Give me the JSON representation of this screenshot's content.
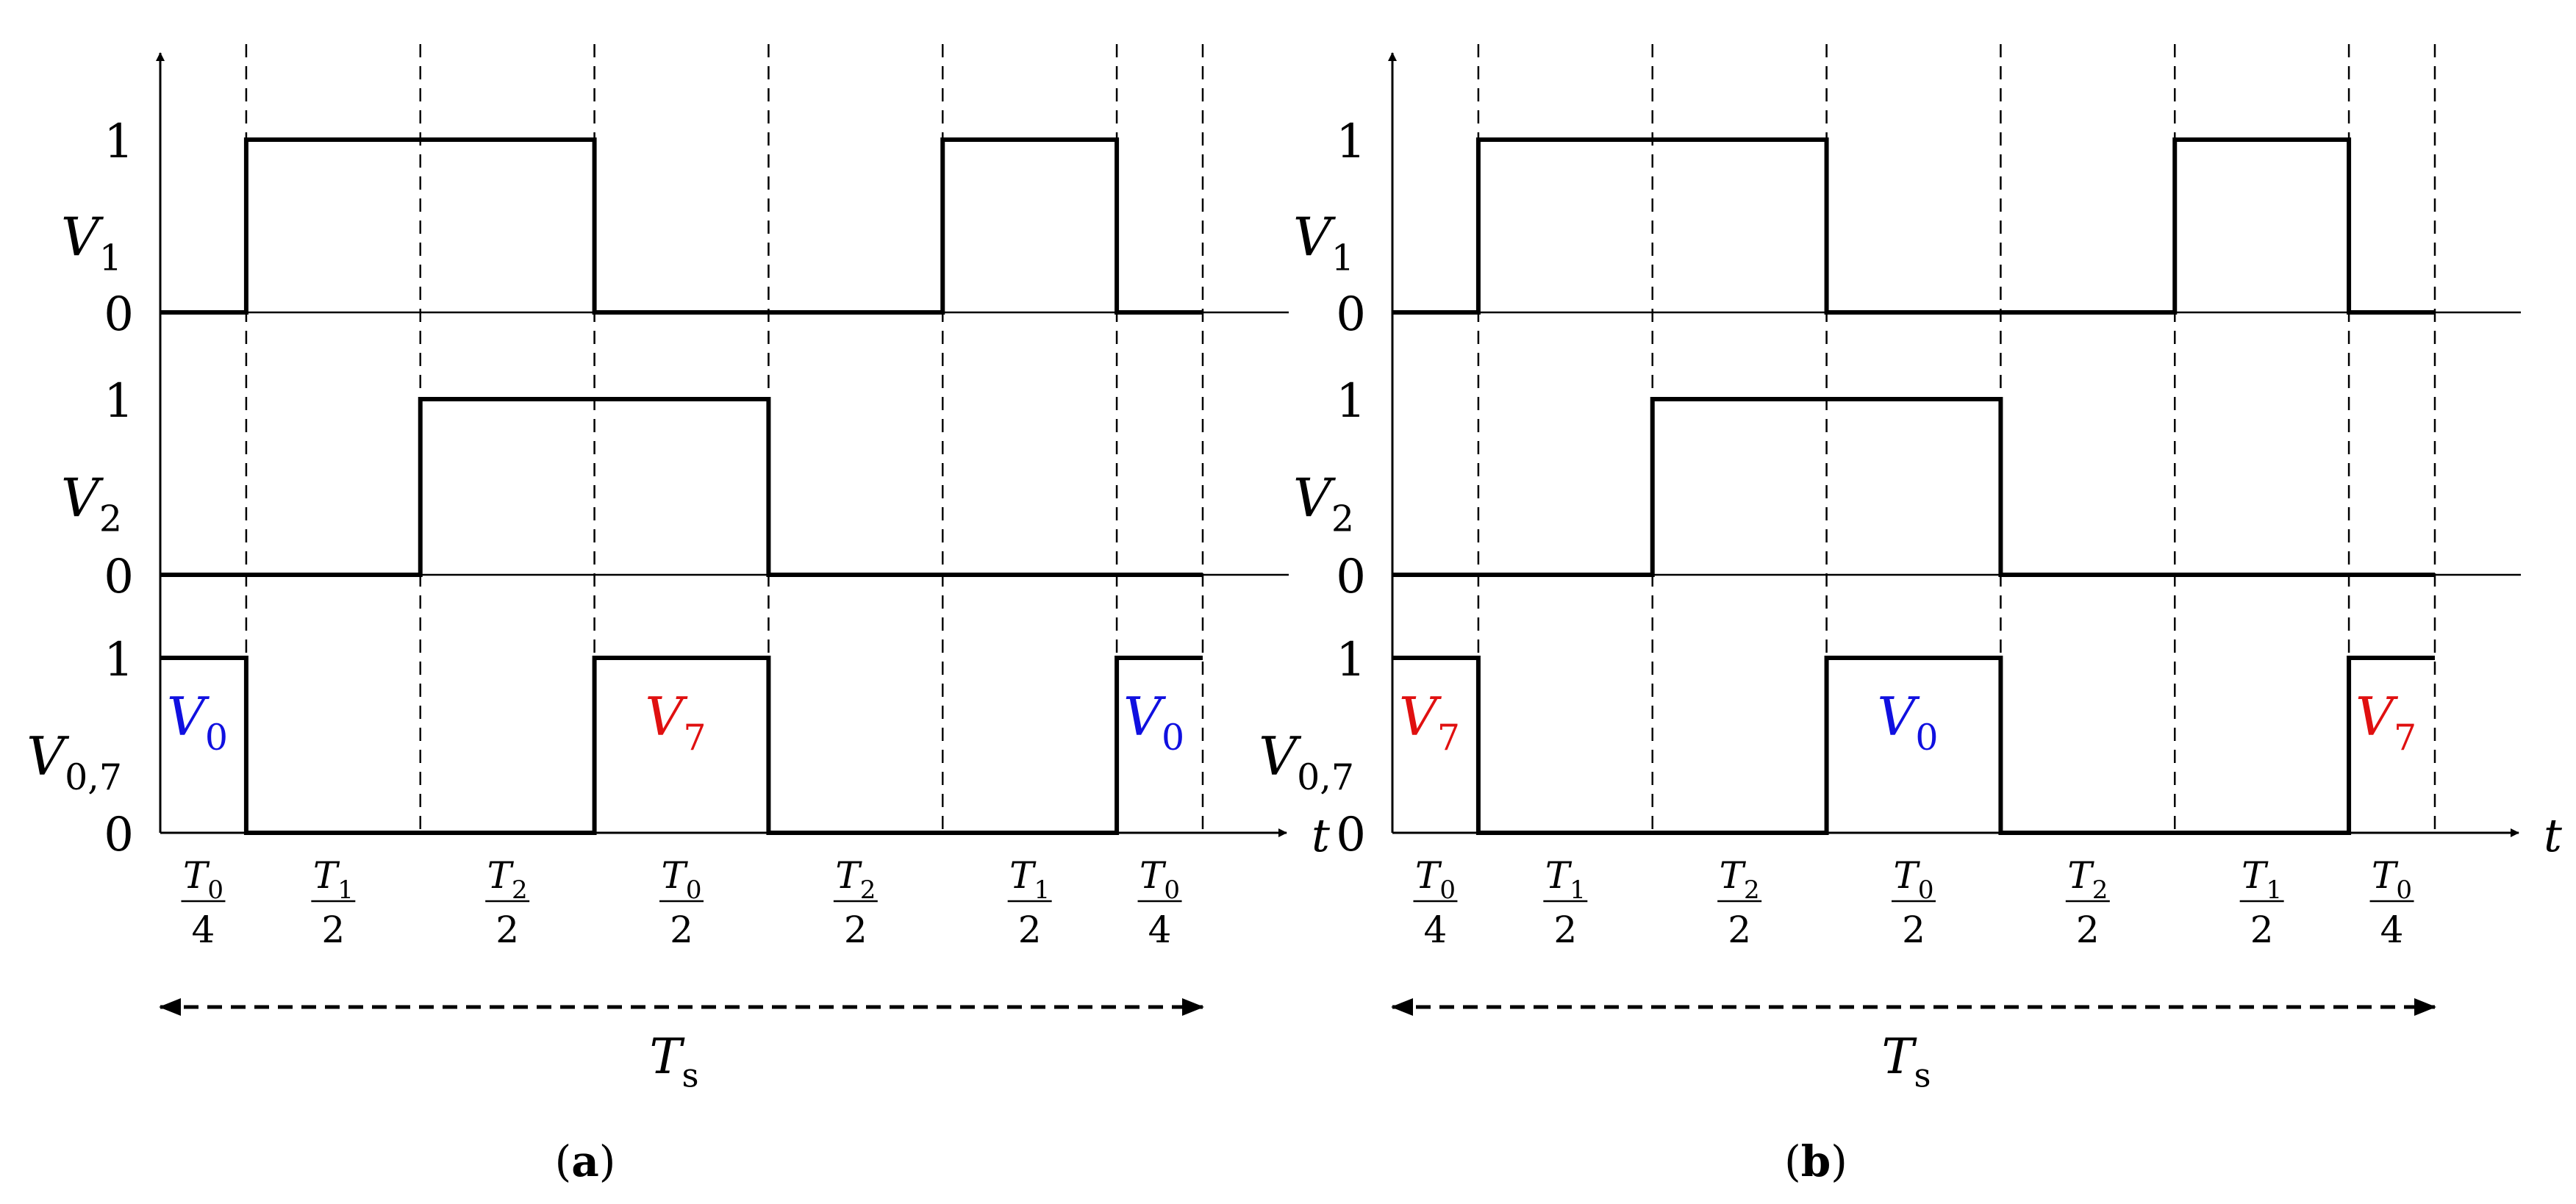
{
  "panels": [
    {
      "id": "a",
      "caption_letter": "a",
      "signals": [
        {
          "name": "V",
          "sub": "1",
          "levels": [
            0,
            1,
            1,
            0,
            0,
            1,
            0
          ]
        },
        {
          "name": "V",
          "sub": "2",
          "levels": [
            0,
            0,
            1,
            1,
            0,
            0,
            0
          ]
        },
        {
          "name": "V",
          "sub": "0,7",
          "levels": [
            1,
            0,
            0,
            1,
            0,
            0,
            1
          ]
        }
      ],
      "zero_vector_labels": [
        {
          "interval": 0,
          "name": "V",
          "sub": "0",
          "color": "#1010e0"
        },
        {
          "interval": 3,
          "name": "V",
          "sub": "7",
          "color": "#e01010"
        },
        {
          "interval": 6,
          "name": "V",
          "sub": "0",
          "color": "#1010e0"
        }
      ]
    },
    {
      "id": "b",
      "caption_letter": "b",
      "signals": [
        {
          "name": "V",
          "sub": "1",
          "levels": [
            0,
            1,
            1,
            0,
            0,
            1,
            0
          ]
        },
        {
          "name": "V",
          "sub": "2",
          "levels": [
            0,
            0,
            1,
            1,
            0,
            0,
            0
          ]
        },
        {
          "name": "V",
          "sub": "0,7",
          "levels": [
            1,
            0,
            0,
            1,
            0,
            0,
            1
          ]
        }
      ],
      "zero_vector_labels": [
        {
          "interval": 0,
          "name": "V",
          "sub": "7",
          "color": "#e01010"
        },
        {
          "interval": 3,
          "name": "V",
          "sub": "0",
          "color": "#1010e0"
        },
        {
          "interval": 6,
          "name": "V",
          "sub": "7",
          "color": "#e01010"
        }
      ]
    }
  ],
  "intervals": [
    {
      "num_main": "T",
      "num_sub": "0",
      "den": "4"
    },
    {
      "num_main": "T",
      "num_sub": "1",
      "den": "2"
    },
    {
      "num_main": "T",
      "num_sub": "2",
      "den": "2"
    },
    {
      "num_main": "T",
      "num_sub": "0",
      "den": "2"
    },
    {
      "num_main": "T",
      "num_sub": "2",
      "den": "2"
    },
    {
      "num_main": "T",
      "num_sub": "1",
      "den": "2"
    },
    {
      "num_main": "T",
      "num_sub": "0",
      "den": "4"
    }
  ],
  "level_high_label": "1",
  "level_low_label": "0",
  "time_axis_label": "t",
  "period": {
    "main": "T",
    "sub": "s"
  }
}
